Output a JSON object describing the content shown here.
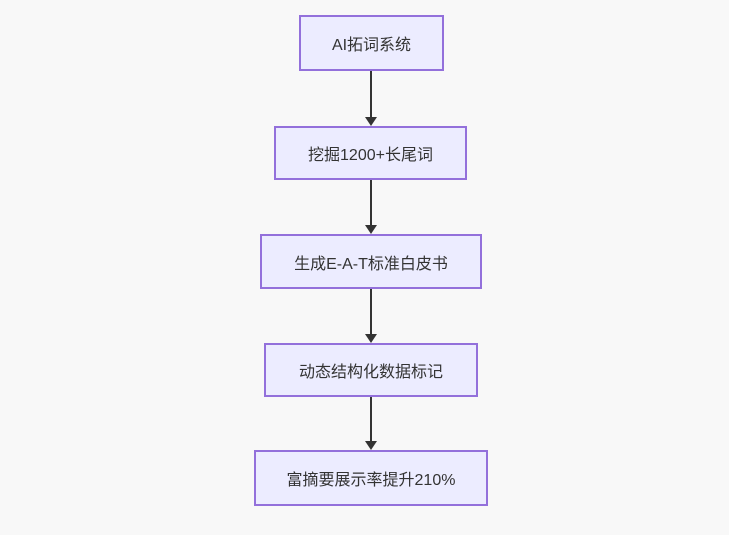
{
  "diagram": {
    "type": "flowchart",
    "direction": "top-down",
    "nodes": [
      {
        "id": "step-1",
        "label": "AI拓词系统"
      },
      {
        "id": "step-2",
        "label": "挖掘1200+长尾词"
      },
      {
        "id": "step-3",
        "label": "生成E-A-T标准白皮书"
      },
      {
        "id": "step-4",
        "label": "动态结构化数据标记"
      },
      {
        "id": "step-5",
        "label": "富摘要展示率提升210%"
      }
    ],
    "edges": [
      {
        "from": "AI拓词系统",
        "to": "挖掘1200+长尾词",
        "style": "arrow-down"
      },
      {
        "from": "挖掘1200+长尾词",
        "to": "生成E-A-T标准白皮书",
        "style": "arrow-down"
      },
      {
        "from": "生成E-A-T标准白皮书",
        "to": "动态结构化数据标记",
        "style": "arrow-down"
      },
      {
        "from": "动态结构化数据标记",
        "to": "富摘要展示率提升210%",
        "style": "arrow-down"
      }
    ],
    "colors": {
      "node_fill": "#ECECFF",
      "node_border": "#9370DB",
      "arrow": "#333333",
      "text": "#333333",
      "background": "#F8F8F8"
    }
  }
}
